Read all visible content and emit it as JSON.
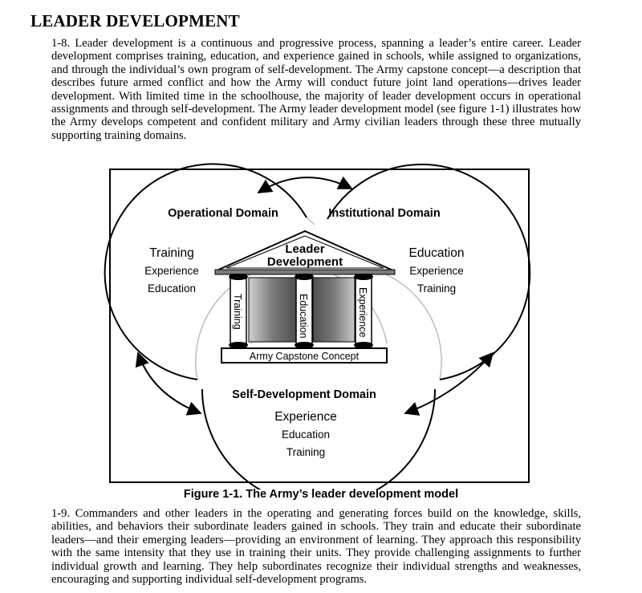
{
  "section_title": "LEADER DEVELOPMENT",
  "paragraph_1": "1-8. Leader development is a continuous and progressive process, spanning a leader’s entire career. Leader development comprises training, education, and experience gained in schools, while assigned to organizations, and through the individual’s own program of self-development. The Army capstone concept—a description that describes future armed conflict and how the Army will conduct future joint land operations—drives leader development. With limited time in the schoolhouse, the majority of leader development occurs in operational assignments and through self-development. The Army leader development model (see figure 1-1) illustrates how the Army develops competent and confident military and Army civilian leaders through these three mutually supporting training domains.",
  "figure": {
    "operational_domain": {
      "title": "Operational Domain",
      "items": [
        "Training",
        "Experience",
        "Education"
      ]
    },
    "institutional_domain": {
      "title": "Institutional Domain",
      "items": [
        "Education",
        "Experience",
        "Training"
      ]
    },
    "self_development_domain": {
      "title": "Self-Development Domain",
      "items": [
        "Experience",
        "Education",
        "Training"
      ]
    },
    "roof_line_1": "Leader",
    "roof_line_2": "Development",
    "pillars": [
      "Training",
      "Education",
      "Experience"
    ],
    "base": "Army Capstone Concept",
    "caption": "Figure 1-1. The Army’s leader development model"
  },
  "paragraph_2": "1-9. Commanders and other leaders in the operating and generating forces build on the knowledge, skills, abilities, and behaviors their subordinate leaders gained in schools. They train and educate their subordinate leaders—and their emerging leaders—providing an environment of learning. They approach this responsibility with the same intensity that they use in training their units. They provide challenging assignments to further individual growth and learning. They help subordinates recognize their individual strengths and weaknesses, encouraging and supporting individual self-development programs."
}
